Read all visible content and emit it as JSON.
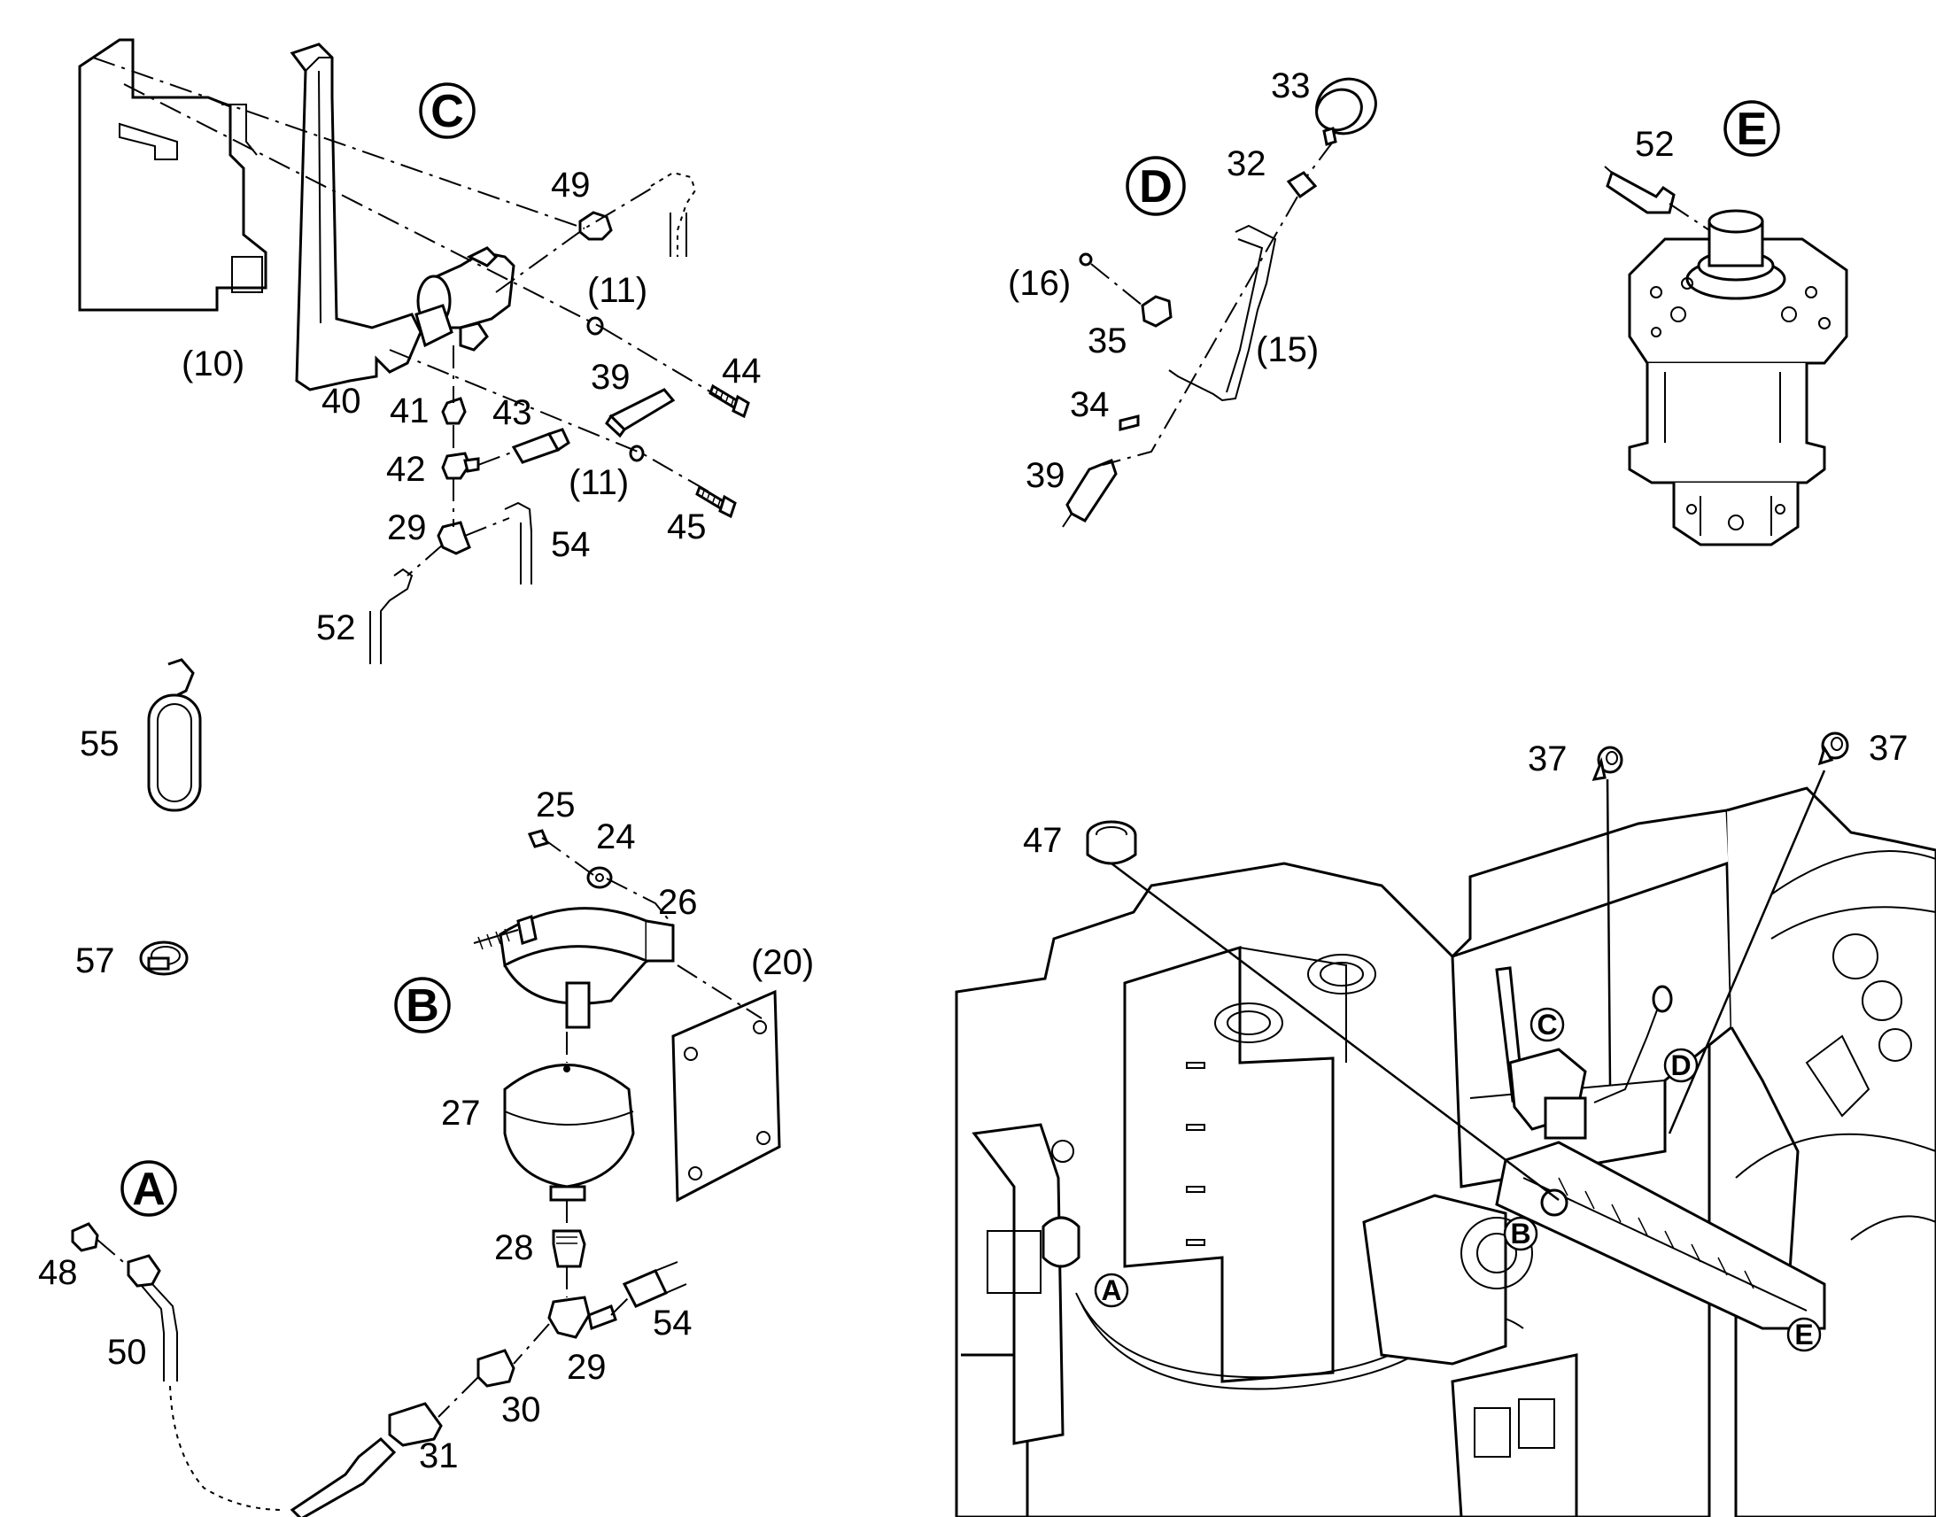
{
  "sections": {
    "C": "C",
    "D": "D",
    "E": "E",
    "B": "B",
    "A": "A"
  },
  "callouts": {
    "c_10": "(10)",
    "c_40": "40",
    "c_41": "41",
    "c_42": "42",
    "c_43": "43",
    "c_29a": "29",
    "c_52a": "52",
    "c_54a": "54",
    "c_49": "49",
    "c_11a": "(11)",
    "c_39a": "39",
    "c_44": "44",
    "c_11b": "(11)",
    "c_45": "45",
    "c_33": "33",
    "c_32": "32",
    "c_16": "(16)",
    "c_35": "35",
    "c_15": "(15)",
    "c_34": "34",
    "c_39b": "39",
    "c_52b": "52",
    "c_55": "55",
    "c_57": "57",
    "c_25": "25",
    "c_24": "24",
    "c_26": "26",
    "c_20": "(20)",
    "c_27": "27",
    "c_28": "28",
    "c_54b": "54",
    "c_29b": "29",
    "c_30": "30",
    "c_31": "31",
    "c_48": "48",
    "c_50": "50",
    "c_47": "47",
    "c_37a": "37",
    "c_37b": "37"
  },
  "assembly_markers": {
    "C": "C",
    "D": "D",
    "B": "B",
    "A": "A",
    "E": "E"
  },
  "icons": [
    "lever-handle",
    "pressure-gauge",
    "accumulator-sphere",
    "hydraulic-motor",
    "hose-clamp",
    "cable-strap",
    "mounting-plate",
    "bracket"
  ]
}
